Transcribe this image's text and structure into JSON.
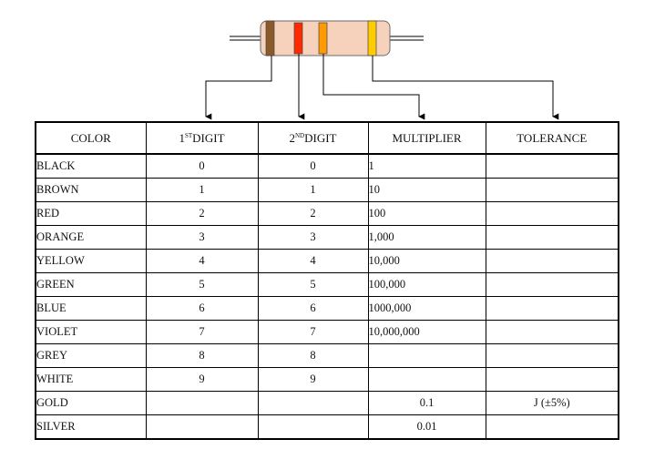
{
  "table": {
    "headers": {
      "color": "COLOR",
      "first_digit": {
        "num": "1",
        "sup": "ST",
        "text": "DIGIT"
      },
      "second_digit": {
        "num": "2",
        "sup": "ND",
        "text": "DIGIT"
      },
      "multiplier": "MULTIPLIER",
      "tolerance": "TOLERANCE"
    },
    "rows": [
      {
        "color": "BLACK",
        "d1": "0",
        "d2": "0",
        "mult": "1",
        "tol": ""
      },
      {
        "color": "BROWN",
        "d1": "1",
        "d2": "1",
        "mult": "10",
        "tol": ""
      },
      {
        "color": "RED",
        "d1": "2",
        "d2": "2",
        "mult": "100",
        "tol": ""
      },
      {
        "color": "ORANGE",
        "d1": "3",
        "d2": "3",
        "mult": "1,000",
        "tol": ""
      },
      {
        "color": "YELLOW",
        "d1": "4",
        "d2": "4",
        "mult": "10,000",
        "tol": ""
      },
      {
        "color": "GREEN",
        "d1": "5",
        "d2": "5",
        "mult": "100,000",
        "tol": ""
      },
      {
        "color": "BLUE",
        "d1": "6",
        "d2": "6",
        "mult": "1000,000",
        "tol": ""
      },
      {
        "color": "VIOLET",
        "d1": "7",
        "d2": "7",
        "mult": "10,000,000",
        "tol": ""
      },
      {
        "color": "GREY",
        "d1": "8",
        "d2": "8",
        "mult": "",
        "tol": ""
      },
      {
        "color": "WHITE",
        "d1": "9",
        "d2": "9",
        "mult": "",
        "tol": ""
      },
      {
        "color": "GOLD",
        "d1": "",
        "d2": "",
        "mult": "0.1",
        "tol": "J (±5%)"
      },
      {
        "color": "SILVER",
        "d1": "",
        "d2": "",
        "mult": "0.01",
        "tol": ""
      }
    ]
  },
  "resistor": {
    "body_color": "#f6d2bd",
    "bands": [
      {
        "name": "first-digit-band",
        "color": "#8b5a2b"
      },
      {
        "name": "second-digit-band",
        "color": "#ff2a00"
      },
      {
        "name": "multiplier-band",
        "color": "#ff9a00"
      },
      {
        "name": "tolerance-band",
        "color": "#ffcc00"
      }
    ]
  }
}
